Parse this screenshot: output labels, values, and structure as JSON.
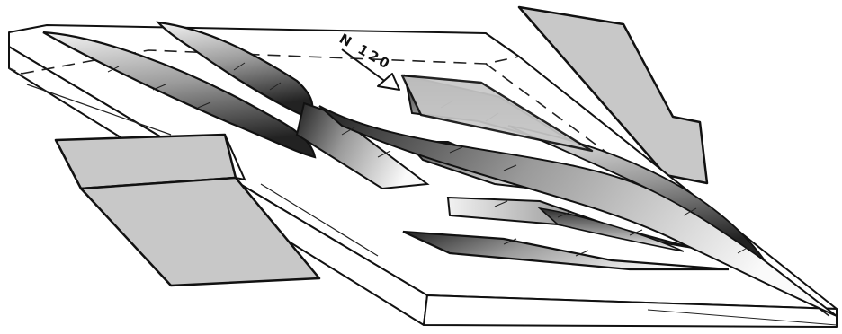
{
  "diagram": {
    "north_label": "N 120",
    "colors": {
      "outline": "#111111",
      "plane_fill": "#c8c8c8",
      "dash": "#222222",
      "body_dark": "#2a2a2a",
      "body_mid": "#8a8a8a",
      "body_light": "#f2f2f2"
    },
    "elements": [
      "block-diagram",
      "en-echelon-lenses",
      "fault-plane-left",
      "fault-plane-right",
      "fault-plane-back",
      "north-arrow"
    ]
  }
}
